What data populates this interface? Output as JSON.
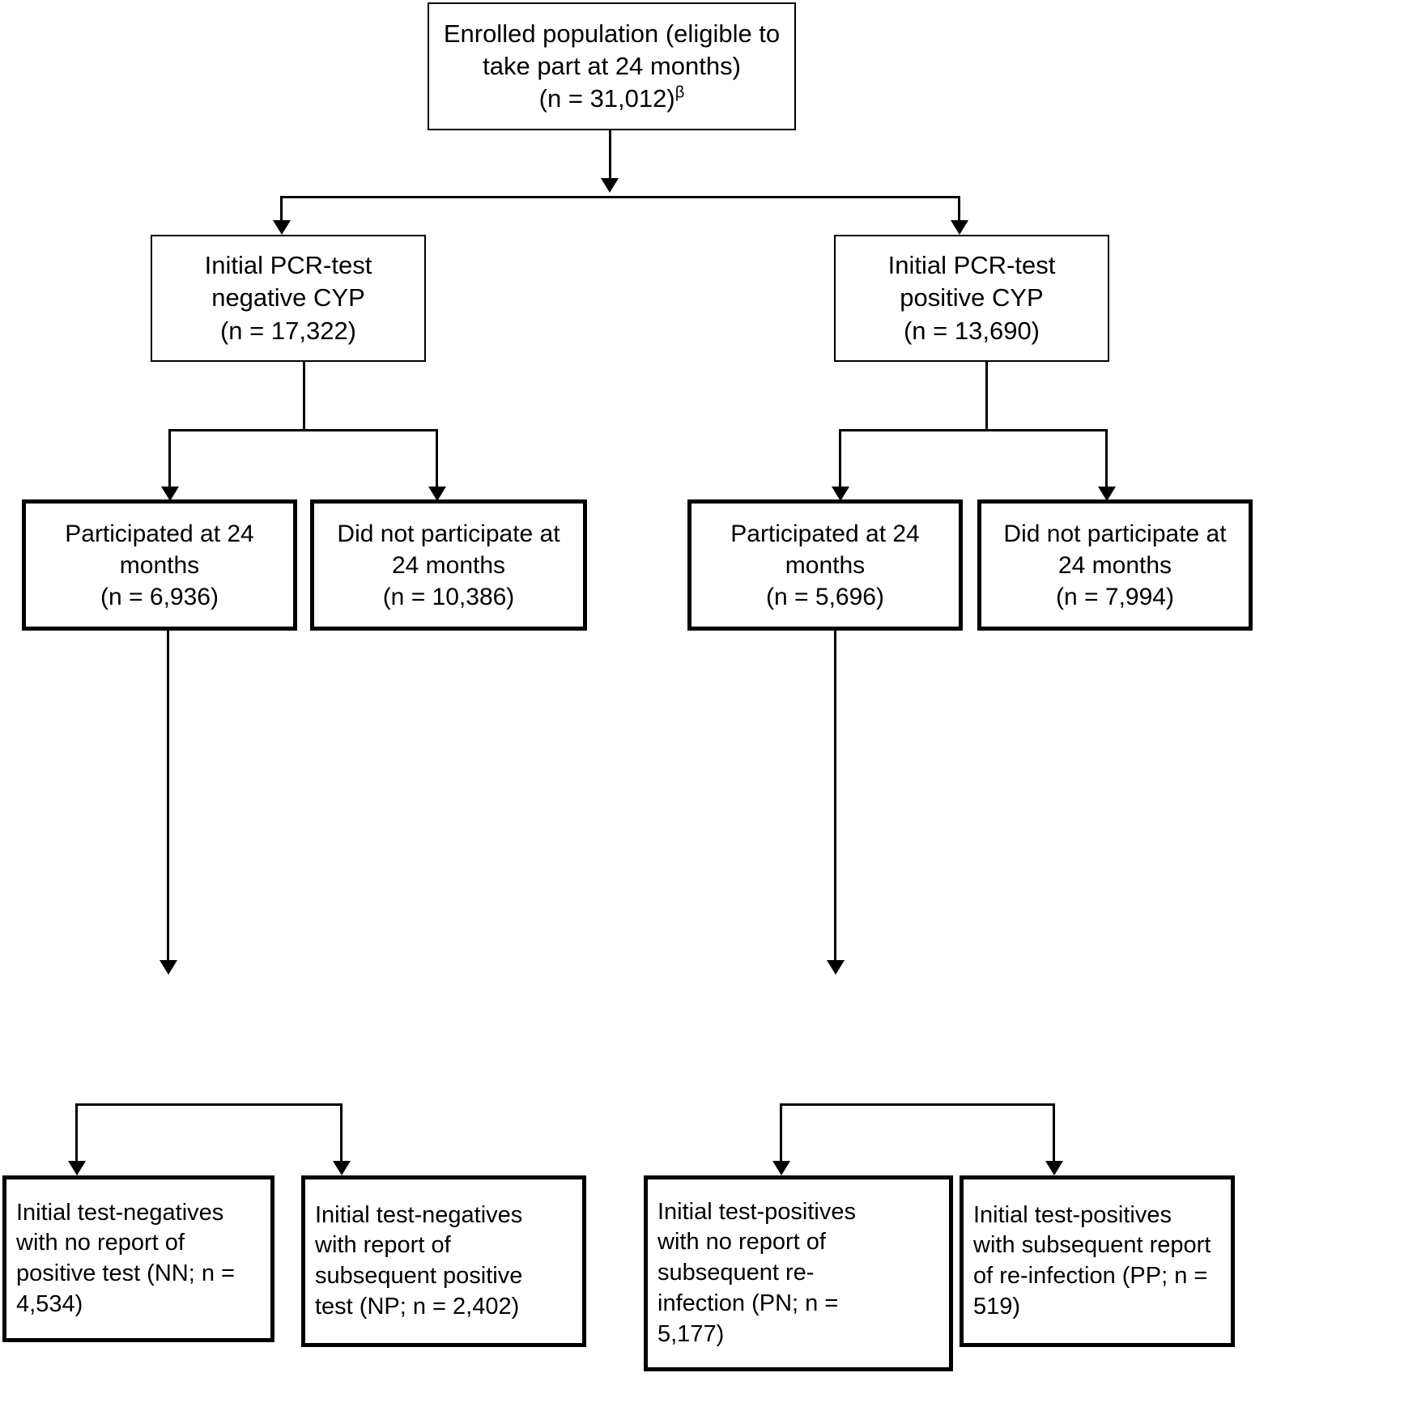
{
  "diagram": {
    "title": "CONSORT-style participant flow diagram",
    "background_color": "#ffffff",
    "line_color": "#000000",
    "nodes": {
      "enrolled": {
        "label": "Enrolled population (eligible to\ntake part at 24 months)\n(n = 31,012)",
        "superscript": "β",
        "n": "31,012"
      },
      "initial_negative": {
        "label": "Initial PCR-test\nnegative CYP\n(n = 17,322)",
        "n": "17,322"
      },
      "initial_positive": {
        "label": "Initial PCR-test\npositive CYP\n(n = 13,690)",
        "n": "13,690"
      },
      "neg_participated": {
        "label": "Participated at 24\nmonths\n(n = 6,936)",
        "n": "6,936"
      },
      "neg_not_participated": {
        "label": "Did not participate at\n24 months\n(n = 10,386)",
        "n": "10,386"
      },
      "pos_participated": {
        "label": "Participated at 24\nmonths\n(n = 5,696)",
        "n": "5,696"
      },
      "pos_not_participated": {
        "label": "Did not participate at\n24 months\n(n = 7,994)",
        "n": "7,994"
      },
      "nn": {
        "label": "Initial test-negatives\nwith no report of\npositive test (NN; n =\n4,534)",
        "group_code": "NN",
        "n": "4,534"
      },
      "np": {
        "label": "Initial test-negatives\nwith report of\nsubsequent positive\ntest (NP; n = 2,402)",
        "group_code": "NP",
        "n": "2,402"
      },
      "pn": {
        "label": "Initial test-positives\nwith no report of\nsubsequent re-\ninfection (PN; n =\n5,177)",
        "group_code": "PN",
        "n": "5,177"
      },
      "pp": {
        "label": "Initial test-positives\nwith subsequent report\nof re-infection (PP; n =\n519)",
        "group_code": "PP",
        "n": "519"
      }
    }
  }
}
